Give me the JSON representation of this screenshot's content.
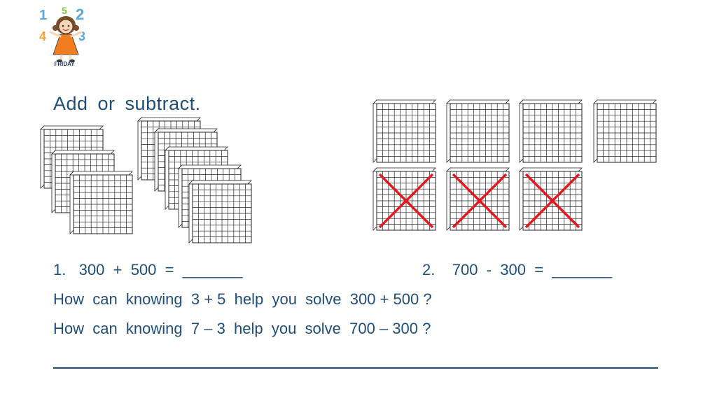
{
  "header": {
    "logo_digits": [
      "1",
      "5",
      "2",
      "4",
      "3"
    ],
    "day_label": "FRIDAY"
  },
  "title": "Add  or  subtract.",
  "problems": {
    "p1": "1.   300  +  500  =  _______",
    "p2": "2.    700  -  300  =  _______"
  },
  "questions": {
    "q1": "How  can  knowing  3 + 5  help  you  solve  300 + 500 ?",
    "q2": "How  can  knowing  7 – 3  help  you  solve  700 – 300 ?"
  },
  "blocks": {
    "left_group_count": 3,
    "middle_group_count": 5,
    "right_top_count": 4,
    "right_bottom_crossed_count": 3,
    "cross_color": "#e8171f"
  },
  "colors": {
    "text": "#1f4e79",
    "grid_stroke": "#222222"
  }
}
